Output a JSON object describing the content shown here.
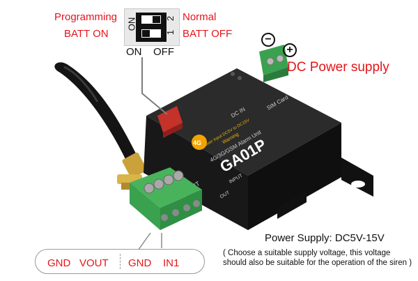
{
  "dip_switch": {
    "left_top": "Programming",
    "left_bottom": "BATT ON",
    "right_top": "Normal",
    "right_bottom": "BATT OFF",
    "on": "ON",
    "off": "OFF",
    "face_on": "ON",
    "face_num_1": "1",
    "face_num_2": "2"
  },
  "power": {
    "minus_symbol": "−",
    "plus_symbol": "+",
    "dc_label": "DC Power supply",
    "supply_spec": "Power Supply: DC5V-15V",
    "note": "( Choose a suitable supply voltage, this voltage should also be suitable for the operation of the siren )"
  },
  "terminals": {
    "gnd_1": "GND",
    "vout": "VOUT",
    "gnd_2": "GND",
    "in1": "IN1"
  },
  "device": {
    "model": "GA01P",
    "subtitle": "4G/3G/GSM Alarm Unit",
    "warning": "Warning",
    "power_input": "Power Input DC5V to DC15V",
    "dc_in": "DC IN",
    "ant": "ANT",
    "sim": "SIM Card",
    "badge": "4G",
    "input_label": "INPUT",
    "output_label": "OUT"
  },
  "colors": {
    "label_red": "#e4151b",
    "terminal_green": "#3aa14f",
    "body_black": "#161616"
  }
}
